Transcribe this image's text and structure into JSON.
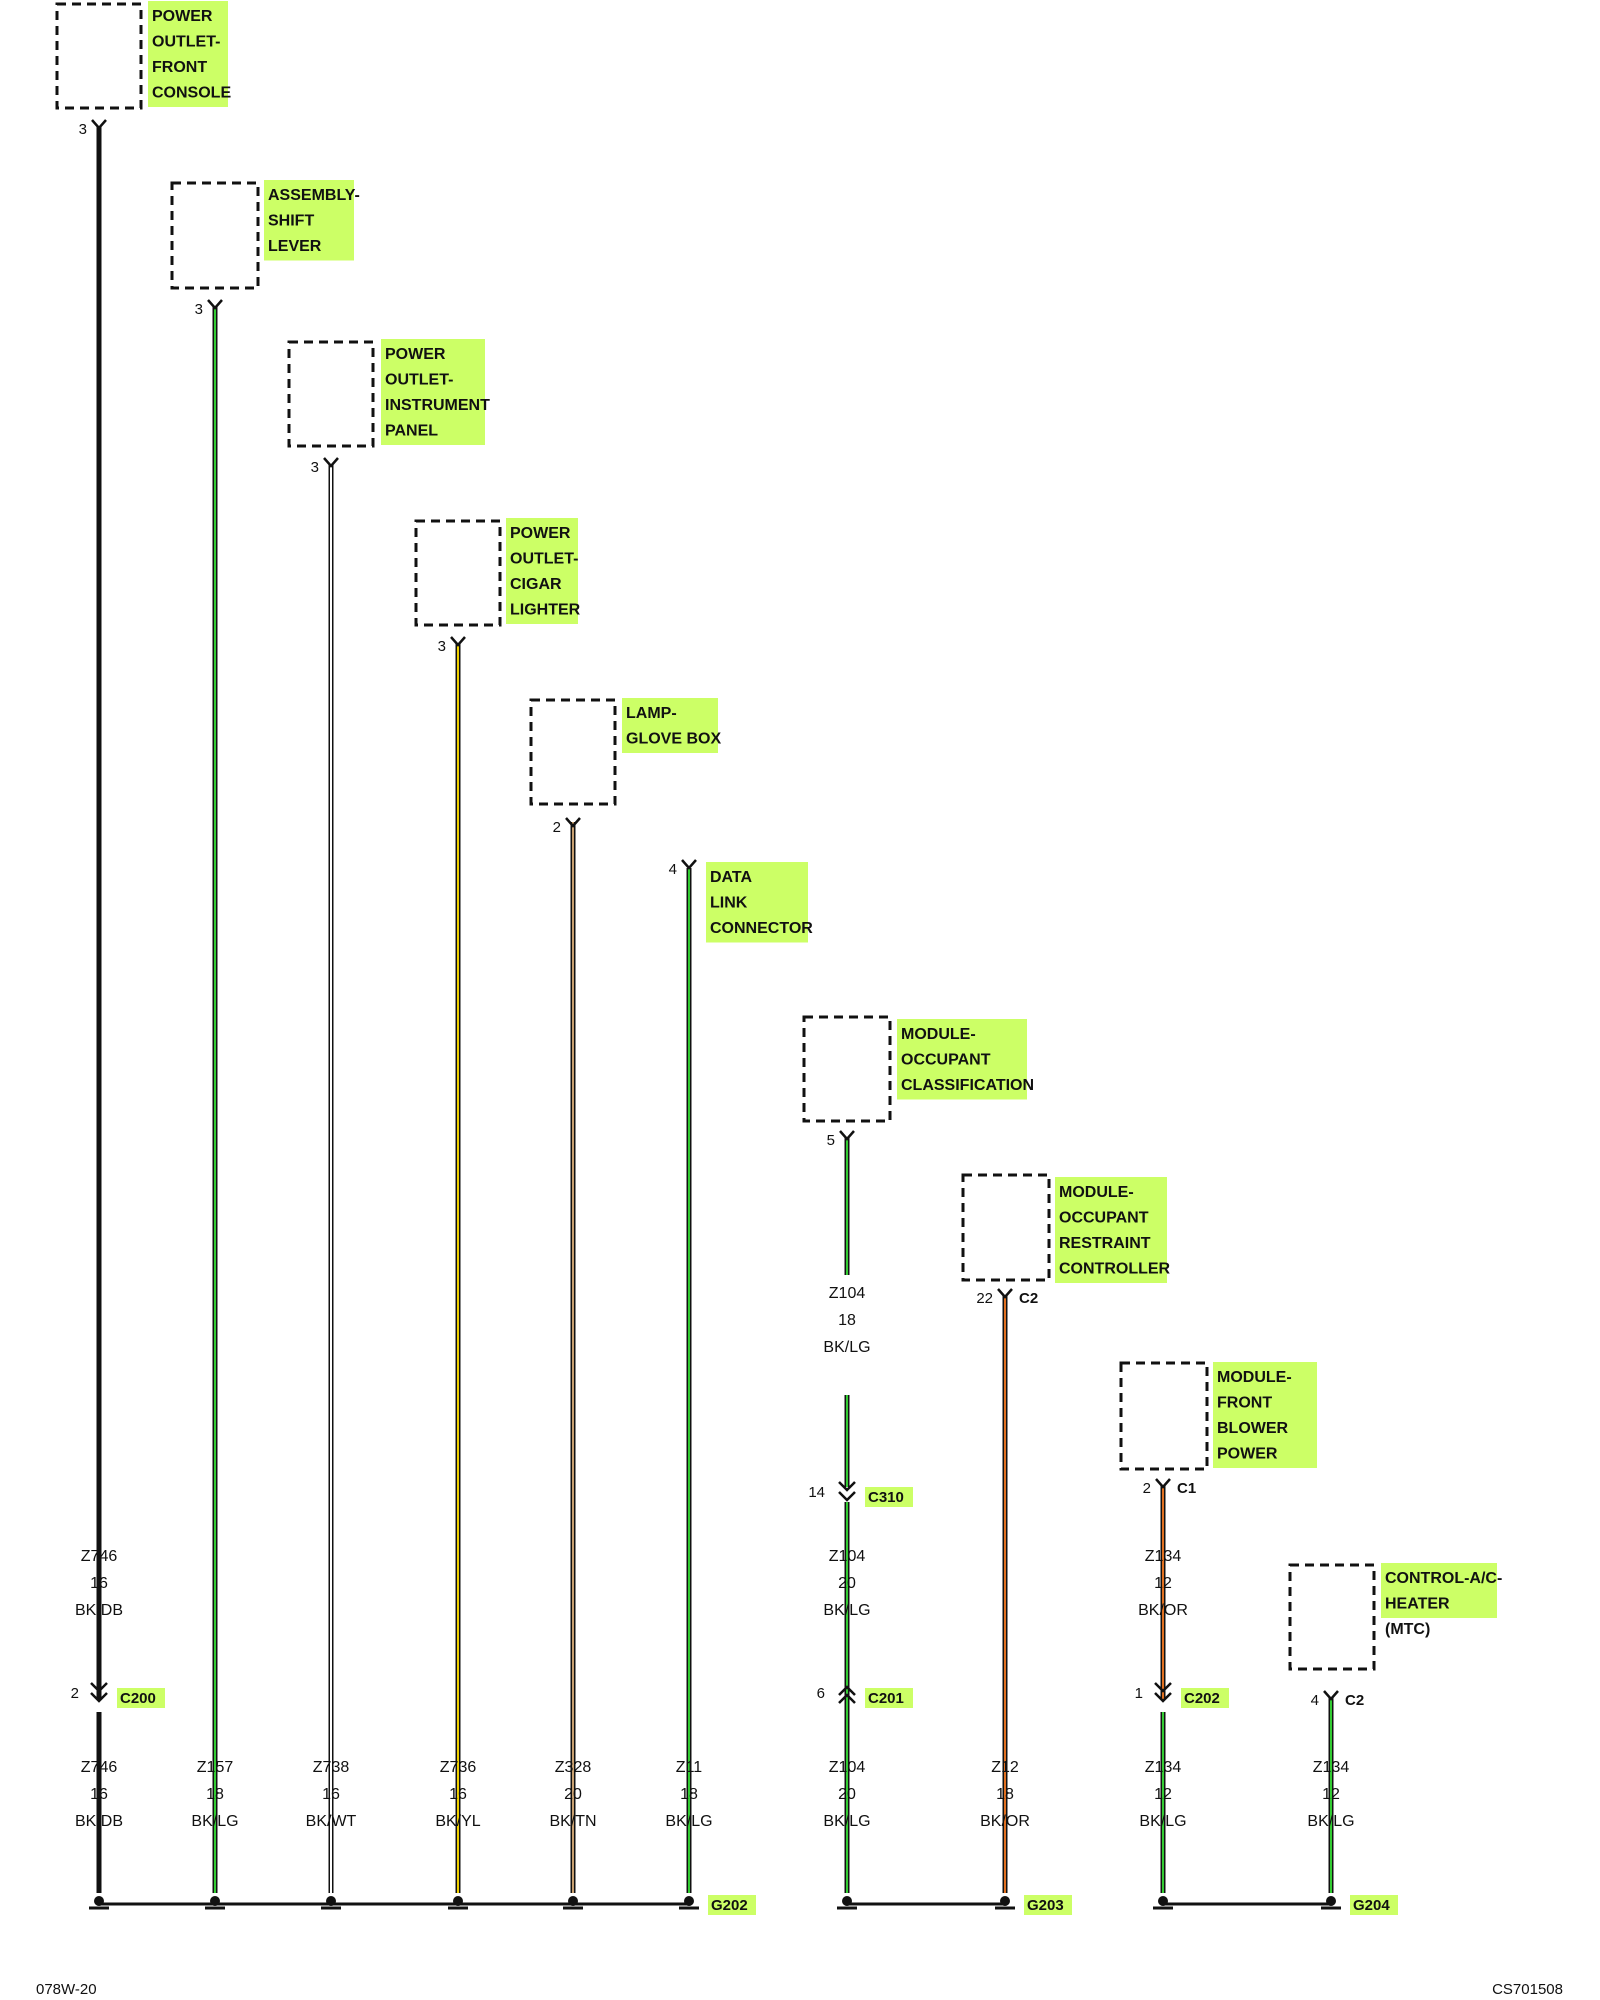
{
  "colors": {
    "highlight": "#ccff66",
    "BK": "#111111",
    "DB": "#1a1a8c",
    "LG": "#33cc33",
    "WT": "#ffffff",
    "YL": "#f0d000",
    "TN": "#c8a070",
    "OR": "#e07020"
  },
  "components": [
    {
      "id": "pwr-front-console",
      "label": [
        "POWER",
        "OUTLET-",
        "FRONT",
        "CONSOLE"
      ],
      "pin": "3"
    },
    {
      "id": "shift-lever",
      "label": [
        "ASSEMBLY-",
        "SHIFT",
        "LEVER"
      ],
      "pin": "3"
    },
    {
      "id": "pwr-instrument-panel",
      "label": [
        "POWER",
        "OUTLET-",
        "INSTRUMENT",
        "PANEL"
      ],
      "pin": "3"
    },
    {
      "id": "pwr-cigar-lighter",
      "label": [
        "POWER",
        "OUTLET-",
        "CIGAR",
        "LIGHTER"
      ],
      "pin": "3"
    },
    {
      "id": "lamp-glove-box",
      "label": [
        "LAMP-",
        "GLOVE BOX"
      ],
      "pin": "2"
    },
    {
      "id": "data-link-connector",
      "label": [
        "DATA",
        "LINK",
        "CONNECTOR"
      ],
      "pin": "4"
    },
    {
      "id": "occupant-classification",
      "label": [
        "MODULE-",
        "OCCUPANT",
        "CLASSIFICATION"
      ],
      "pin": "5"
    },
    {
      "id": "occupant-restraint",
      "label": [
        "MODULE-",
        "OCCUPANT",
        "RESTRAINT",
        "CONTROLLER"
      ],
      "pin": "22",
      "connector": "C2"
    },
    {
      "id": "front-blower-power",
      "label": [
        "MODULE-",
        "FRONT",
        "BLOWER",
        "POWER"
      ],
      "pin": "2",
      "connector": "C1"
    },
    {
      "id": "control-ac-heater",
      "label": [
        "CONTROL-A/C-",
        "HEATER"
      ],
      "sublabel": "(MTC)",
      "pin": "4",
      "connector": "C2"
    }
  ],
  "upper_wires": [
    {
      "id": "z104-mid1",
      "circuit": "Z104",
      "gauge": "18",
      "color": "BK/LG"
    },
    {
      "id": "z746-upper",
      "circuit": "Z746",
      "gauge": "16",
      "color": "BK/DB"
    },
    {
      "id": "z104-mid2",
      "circuit": "Z104",
      "gauge": "20",
      "color": "BK/LG"
    },
    {
      "id": "z134-upper",
      "circuit": "Z134",
      "gauge": "12",
      "color": "BK/OR"
    }
  ],
  "inline_connectors": [
    {
      "id": "c310",
      "name": "C310",
      "pin": "14"
    },
    {
      "id": "c200",
      "name": "C200",
      "pin": "2"
    },
    {
      "id": "c201",
      "name": "C201",
      "pin": "6"
    },
    {
      "id": "c202",
      "name": "C202",
      "pin": "1"
    }
  ],
  "bottom_wires": [
    {
      "circuit": "Z746",
      "gauge": "16",
      "color": "BK/DB"
    },
    {
      "circuit": "Z157",
      "gauge": "18",
      "color": "BK/LG"
    },
    {
      "circuit": "Z738",
      "gauge": "16",
      "color": "BK/WT"
    },
    {
      "circuit": "Z736",
      "gauge": "16",
      "color": "BK/YL"
    },
    {
      "circuit": "Z328",
      "gauge": "20",
      "color": "BK/TN"
    },
    {
      "circuit": "Z11",
      "gauge": "18",
      "color": "BK/LG"
    },
    {
      "circuit": "Z104",
      "gauge": "20",
      "color": "BK/LG"
    },
    {
      "circuit": "Z12",
      "gauge": "18",
      "color": "BK/OR"
    },
    {
      "circuit": "Z134",
      "gauge": "12",
      "color": "BK/LG"
    },
    {
      "circuit": "Z134",
      "gauge": "12",
      "color": "BK/LG"
    }
  ],
  "grounds": [
    {
      "id": "g202",
      "name": "G202"
    },
    {
      "id": "g203",
      "name": "G203"
    },
    {
      "id": "g204",
      "name": "G204"
    }
  ],
  "footer": {
    "left": "078W-20",
    "right": "CS701508"
  }
}
